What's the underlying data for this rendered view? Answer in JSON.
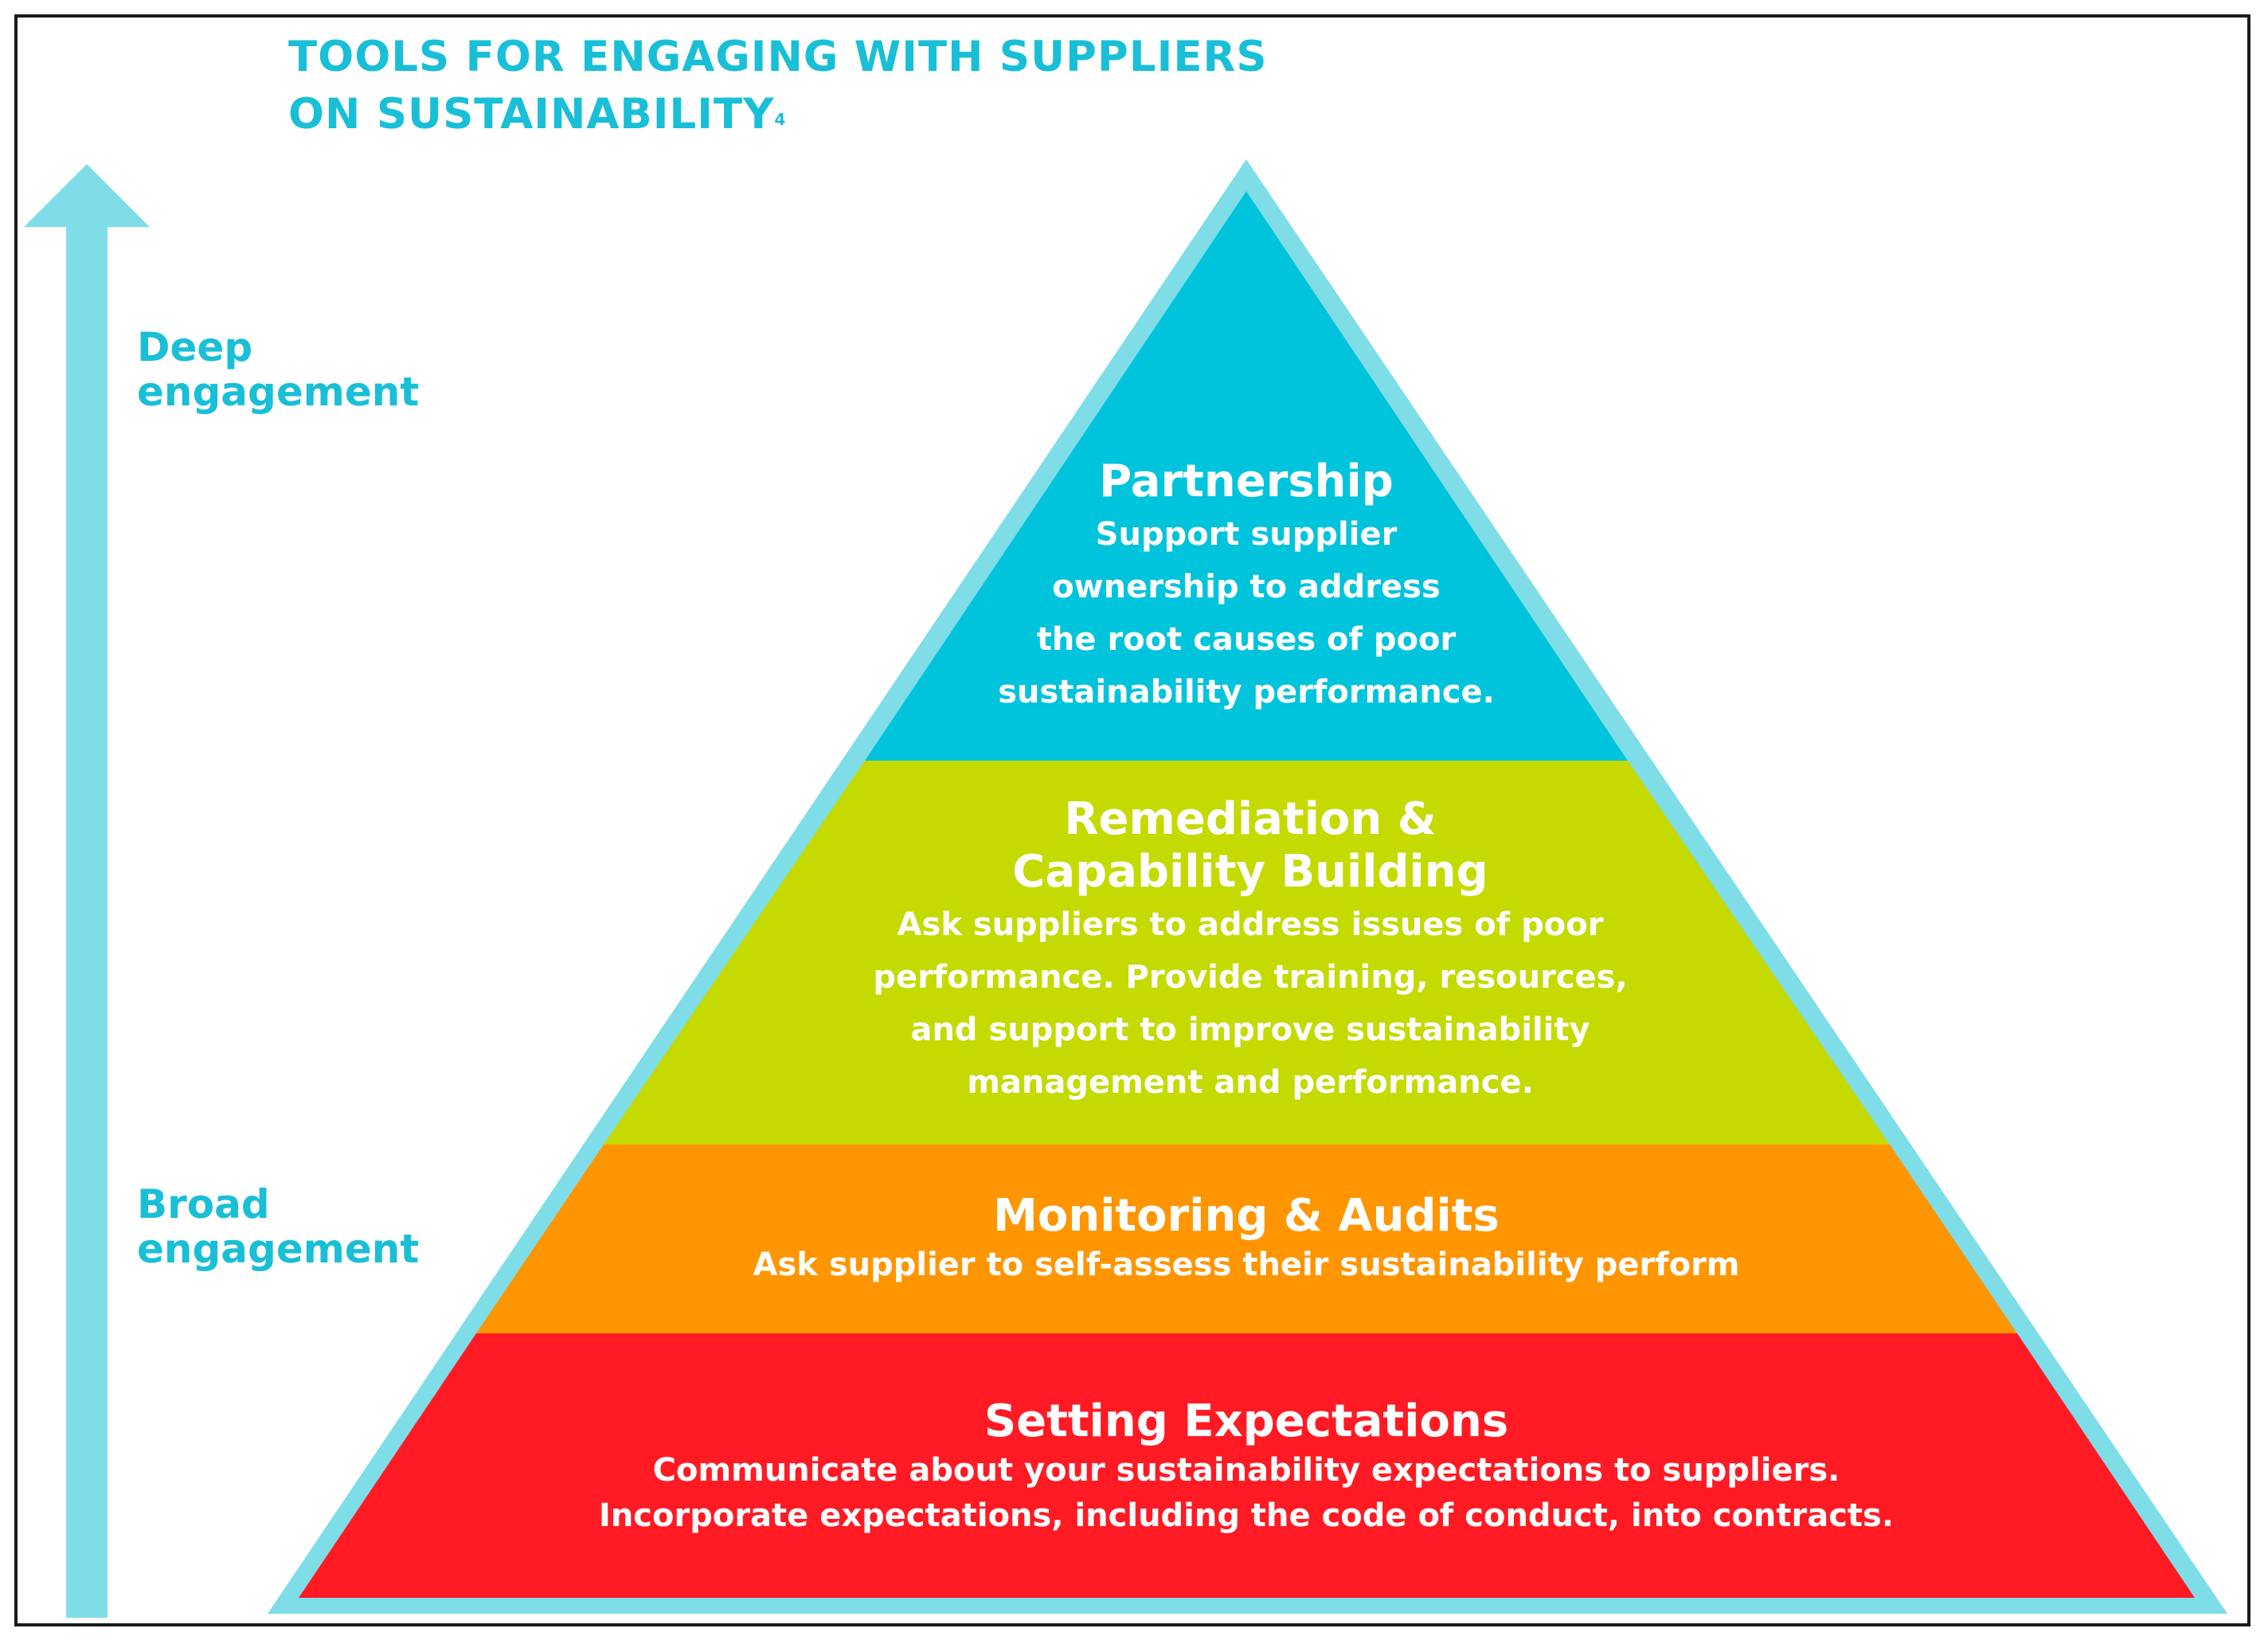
{
  "title": {
    "line1": "TOOLS FOR ENGAGING WITH SUPPLIERS",
    "line2": "ON SUSTAINABILITY",
    "footnote": "4"
  },
  "axis": {
    "top_label": [
      "Deep",
      "engagement"
    ],
    "bottom_label": [
      "Broad",
      "engagement"
    ],
    "arrow_icon": "up-arrow-icon"
  },
  "tiers": [
    {
      "id": "partnership",
      "title": "Partnership",
      "description": [
        "Support supplier",
        "ownership to address",
        "the root causes of poor",
        "sustainability performance."
      ],
      "color": "#00c3dc"
    },
    {
      "id": "remediation",
      "title": [
        "Remediation &",
        "Capability Building"
      ],
      "description": [
        "Ask suppliers to address issues of poor",
        "performance. Provide training,  resources,",
        "and support to improve sustainability",
        "management and performance."
      ],
      "color": "#c4da00"
    },
    {
      "id": "monitoring",
      "title": "Monitoring & Audits",
      "description": [
        "Ask supplier to self-assess their sustainability perform"
      ],
      "color": "#ff9500"
    },
    {
      "id": "setting",
      "title": "Setting Expectations",
      "description": [
        "Communicate about your sustainability expectations to suppliers.",
        "Incorporate expectations, including the code of conduct, into contracts."
      ],
      "color": "#ff1a24"
    }
  ],
  "colors": {
    "accent": "#19bfd6",
    "outline": "#7fdde8",
    "frame": "#1a1a1a"
  }
}
